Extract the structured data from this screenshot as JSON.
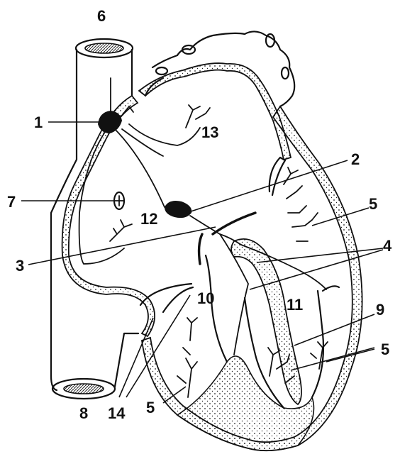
{
  "labels": {
    "l1": "1",
    "l2": "2",
    "l3": "3",
    "l4": "4",
    "l5a": "5",
    "l5b": "5",
    "l5c": "5",
    "l6": "6",
    "l7": "7",
    "l8": "8",
    "l9": "9",
    "l10": "10",
    "l11": "11",
    "l12": "12",
    "l13": "13",
    "l14": "14"
  },
  "colors": {
    "ink": "#111111",
    "paper": "#ffffff"
  }
}
